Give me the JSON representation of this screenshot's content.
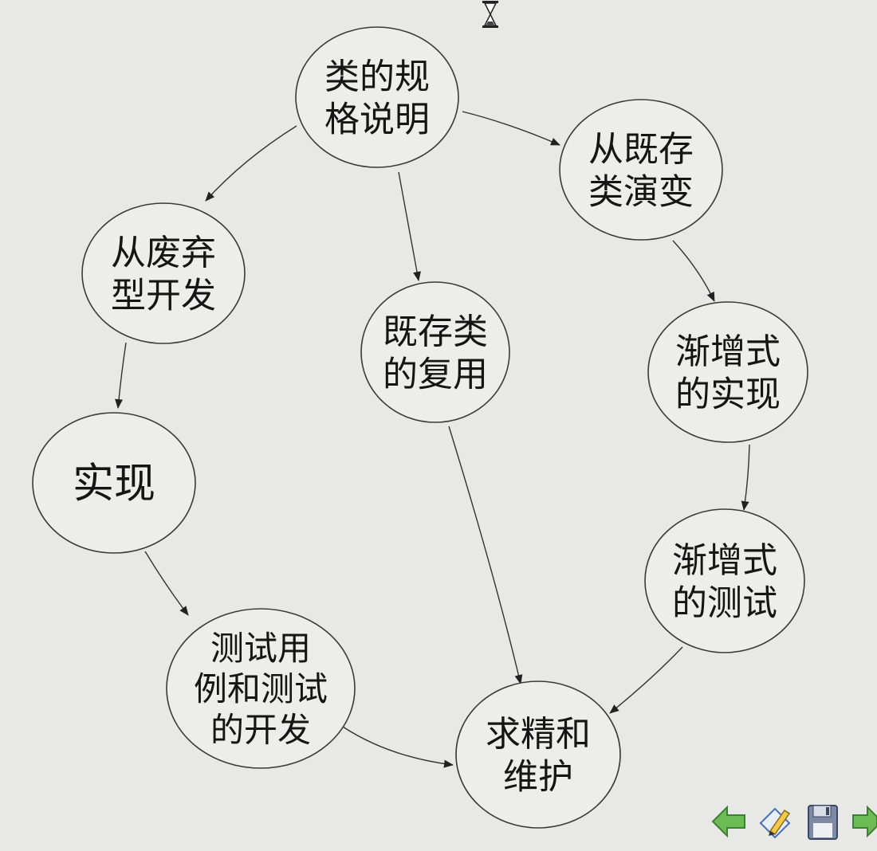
{
  "diagram": {
    "nodes": [
      {
        "id": "spec",
        "lines": [
          "类的规",
          "格说明"
        ]
      },
      {
        "id": "evolve",
        "lines": [
          "从既存",
          "类演变"
        ]
      },
      {
        "id": "throwaway",
        "lines": [
          "从废弃",
          "型开发"
        ]
      },
      {
        "id": "reuse",
        "lines": [
          "既存类",
          "的复用"
        ]
      },
      {
        "id": "incimpl",
        "lines": [
          "渐增式",
          "的实现"
        ]
      },
      {
        "id": "impl",
        "lines": [
          "实现"
        ]
      },
      {
        "id": "inctest",
        "lines": [
          "渐增式",
          "的测试"
        ]
      },
      {
        "id": "testcase",
        "lines": [
          "测试用",
          "例和测试",
          "的开发"
        ]
      },
      {
        "id": "refine",
        "lines": [
          "求精和",
          "维护"
        ]
      }
    ],
    "edges": [
      {
        "from": "spec",
        "to": "evolve"
      },
      {
        "from": "spec",
        "to": "throwaway"
      },
      {
        "from": "spec",
        "to": "reuse"
      },
      {
        "from": "evolve",
        "to": "incimpl"
      },
      {
        "from": "incimpl",
        "to": "inctest"
      },
      {
        "from": "inctest",
        "to": "refine"
      },
      {
        "from": "throwaway",
        "to": "impl"
      },
      {
        "from": "impl",
        "to": "testcase"
      },
      {
        "from": "testcase",
        "to": "refine"
      },
      {
        "from": "reuse",
        "to": "refine"
      }
    ]
  },
  "toolbar": {
    "buttons": [
      {
        "icon": "back-arrow-icon",
        "color": "#5cae4a"
      },
      {
        "icon": "pen-icon",
        "color": "#4a6fb0"
      },
      {
        "icon": "save-disk-icon",
        "color": "#6a7a9a"
      },
      {
        "icon": "forward-arrow-icon",
        "color": "#5cae4a"
      }
    ]
  },
  "status": {
    "icon": "hourglass-icon"
  }
}
